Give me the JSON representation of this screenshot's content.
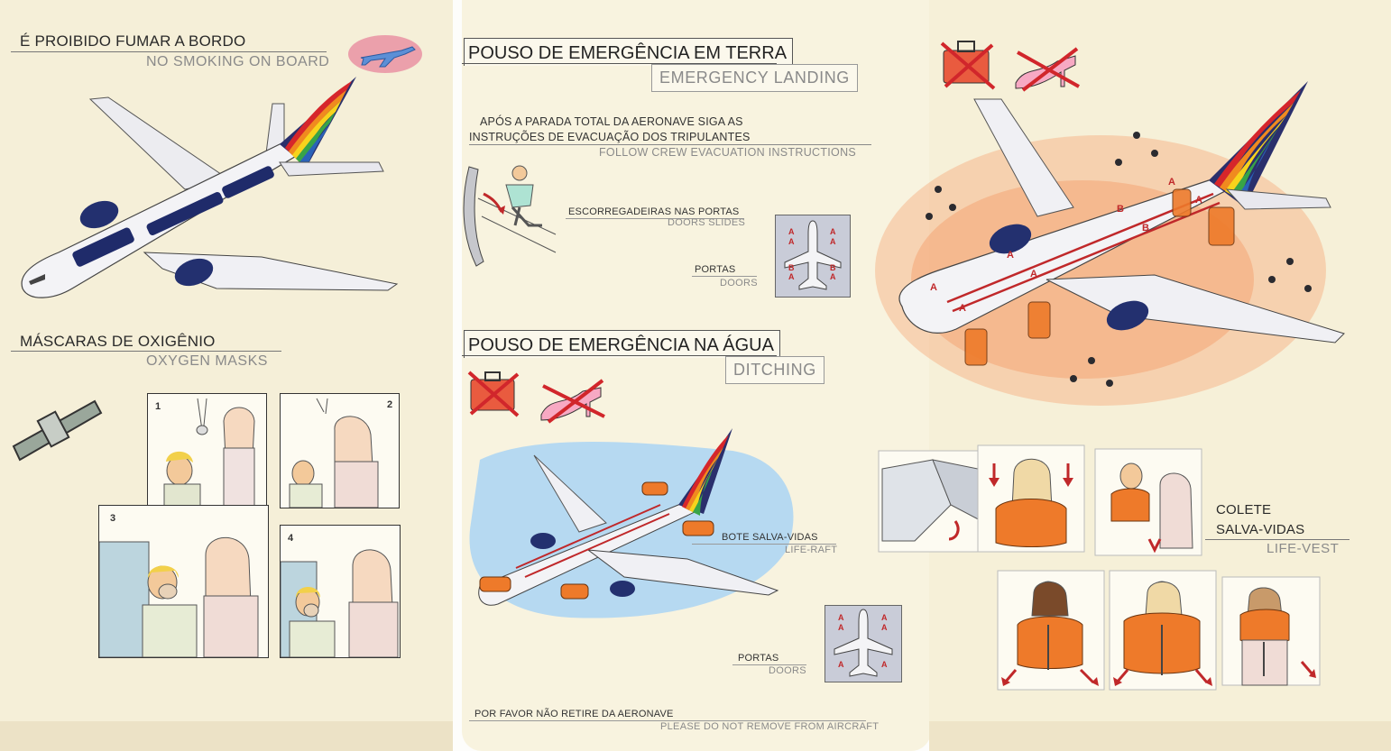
{
  "panel_left": {
    "no_smoking_pt": "É PROIBIDO FUMAR A BORDO",
    "no_smoking_en": "NO SMOKING ON BOARD",
    "oxygen_pt": "MÁSCARAS DE OXIGÊNIO",
    "oxygen_en": "OXYGEN MASKS",
    "steps": [
      "1",
      "2",
      "3",
      "4"
    ]
  },
  "panel_middle": {
    "landing_pt": "POUSO DE EMERGÊNCIA EM TERRA",
    "landing_en": "EMERGENCY LANDING",
    "evac_pt_line1": "APÓS A PARADA TOTAL DA AERONAVE SIGA AS",
    "evac_pt_line2": "INSTRUÇÕES DE EVACUAÇÃO DOS TRIPULANTES",
    "evac_en": "FOLLOW CREW EVACUATION INSTRUCTIONS",
    "slides_pt": "ESCORREGADEIRAS NAS PORTAS",
    "slides_en": "DOORS SLIDES",
    "doors_pt": "PORTAS",
    "doors_en": "DOORS",
    "ditching_pt": "POUSO DE EMERGÊNCIA NA ÁGUA",
    "ditching_en": "DITCHING",
    "raft_pt": "BOTE SALVA-VIDAS",
    "raft_en": "LIFE-RAFT",
    "doors2_pt": "PORTAS",
    "doors2_en": "DOORS",
    "footer_pt": "POR FAVOR NÃO RETIRE DA AERONAVE",
    "footer_en": "PLEASE DO NOT REMOVE FROM AIRCRAFT",
    "door_labels_land": [
      "A",
      "A",
      "A",
      "A",
      "B",
      "B",
      "A",
      "A"
    ],
    "door_labels_water": [
      "A",
      "A",
      "A",
      "A",
      "A",
      "A"
    ]
  },
  "panel_right": {
    "vest_pt_line1": "COLETE",
    "vest_pt_line2": "SALVA-VIDAS",
    "vest_en": "LIFE-VEST",
    "plane_labels": [
      "A",
      "A",
      "B",
      "B",
      "A",
      "A",
      "A",
      "A"
    ]
  },
  "icons": [
    "airplane-icon",
    "briefcase-crossed-icon",
    "high-heel-crossed-icon",
    "seatbelt-icon"
  ],
  "colors": {
    "rainbow": [
      "#d6262b",
      "#f08a1f",
      "#f7d31c",
      "#38a447",
      "#2a62b8",
      "#6a3aa0"
    ],
    "exit_arrow": "#c0282a",
    "vest_orange": "#ee7a2a",
    "engine_blue": "#23306f"
  }
}
